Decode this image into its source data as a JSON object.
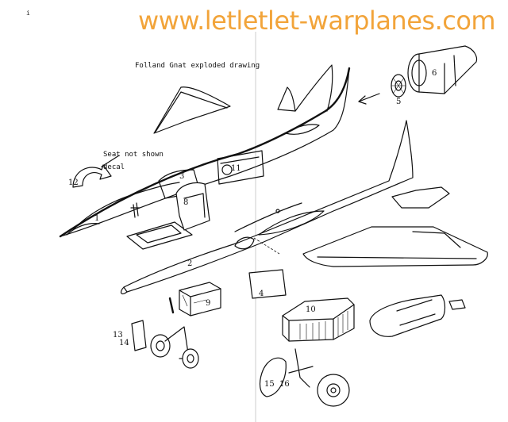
{
  "page_marker": "i",
  "watermark": "www.letletlet-warplanes.com",
  "title": "Folland Gnat exploded drawing",
  "notes": {
    "seat": "Seat not shown",
    "decal": "decal"
  },
  "parts": [
    "1",
    "2",
    "3",
    "4",
    "5",
    "6",
    "8",
    "9",
    "10",
    "11",
    "12",
    "13",
    "14",
    "15",
    "16"
  ],
  "colors": {
    "watermark": "#f2a43a",
    "ink": "#111111",
    "paper": "#ffffff"
  }
}
